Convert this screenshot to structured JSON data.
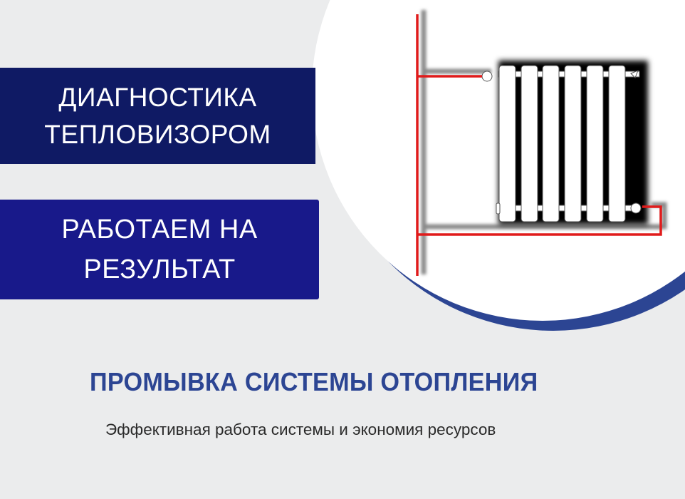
{
  "banner": {
    "box1": {
      "line1": "ДИАГНОСТИКА",
      "line2": "ТЕПЛОВИЗОРОМ",
      "color": "#0f1a64"
    },
    "box2": {
      "line1": "РАБОТАЕМ НА",
      "line2": "РЕЗУЛЬТАТ",
      "color": "#18198a"
    },
    "headline": "ПРОМЫВКА СИСТЕМЫ ОТОПЛЕНИЯ",
    "subline": "Эффективная работа системы и экономия ресурсов",
    "accent_color": "#2c4593",
    "pipe_color": "#e01b1b"
  },
  "illustration": {
    "icon": "radiator-icon",
    "radiator_sections": 6
  }
}
